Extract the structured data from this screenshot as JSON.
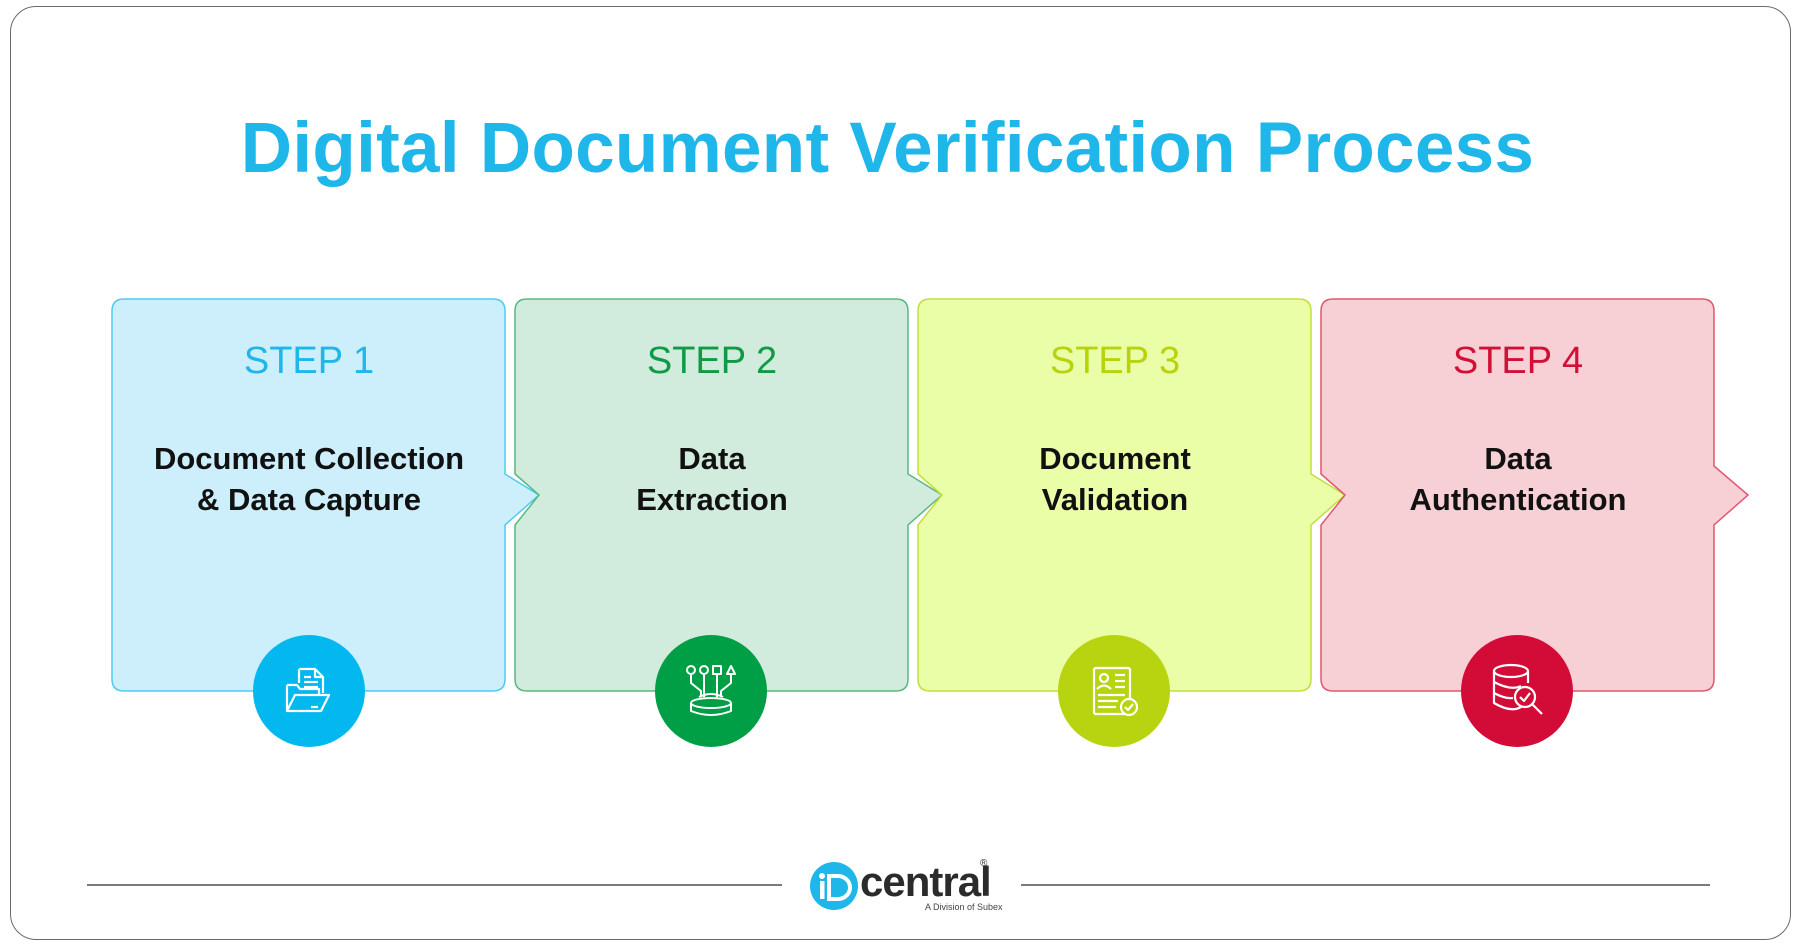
{
  "title": "Digital Document Verification Process",
  "steps": [
    {
      "step": "STEP 1",
      "label_lines": [
        "Document Collection",
        "& Data Capture"
      ],
      "icon": "folder-document-icon",
      "fill": "#cdeffc",
      "stroke": "#4ccbf2",
      "accent": "#1fb6ea",
      "circle": "#03b8ef"
    },
    {
      "step": "STEP 2",
      "label_lines": [
        "Data",
        "Extraction"
      ],
      "icon": "data-extraction-icon",
      "fill": "#d1ecdc",
      "stroke": "#5bb77f",
      "accent": "#0f9a45",
      "circle": "#009f45"
    },
    {
      "step": "STEP 3",
      "label_lines": [
        "Document",
        "Validation"
      ],
      "icon": "validated-document-icon",
      "fill": "#eafea8",
      "stroke": "#c2de3b",
      "accent": "#b9d20e",
      "circle": "#b8d30f"
    },
    {
      "step": "STEP 4",
      "label_lines": [
        "Data",
        "Authentication"
      ],
      "icon": "database-search-icon",
      "fill": "#f7d0d6",
      "stroke": "#e0576f",
      "accent": "#d20f35",
      "circle": "#d30c37"
    }
  ],
  "logo": {
    "mark": "iD",
    "name": "central",
    "tagline": "A Division of Subex",
    "registered": "®"
  }
}
